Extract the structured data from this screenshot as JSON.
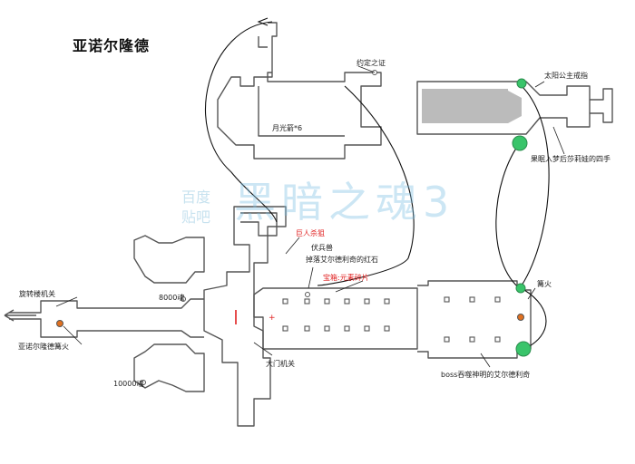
{
  "map": {
    "title": "亚诺尔隆德",
    "watermark": {
      "line1": "百度",
      "line2": "贴吧",
      "main": "黑暗之魂3"
    },
    "labels": {
      "covenant": "约定之证",
      "moonlight_arrows": "月光箭*6",
      "princess_ring": "太阳公主戒指",
      "bonfire_dream": "果眠入梦后莎莉娃的四手",
      "giant_archer": "巨人杀狙",
      "ambush": "伏兵兽",
      "twinkling": "掉落艾尔德利奇的红石",
      "mimic": "宝箱:元素碎片",
      "rotation_switch": "旋转楼机关",
      "bonfire_anor": "亚诺尔隆德篝火",
      "souls_8000": "8000魂",
      "souls_10000": "10000魂",
      "gate_switch": "大门机关",
      "bonfire": "篝火",
      "boss_room": "boss吞噬神明的艾尔德利奇"
    },
    "colors": {
      "wall": "#555555",
      "bonfire_marker": "#e07020",
      "path_node": "#39c46a",
      "blocked_room": "#bbbbbb",
      "red_text": "#e02020"
    }
  }
}
